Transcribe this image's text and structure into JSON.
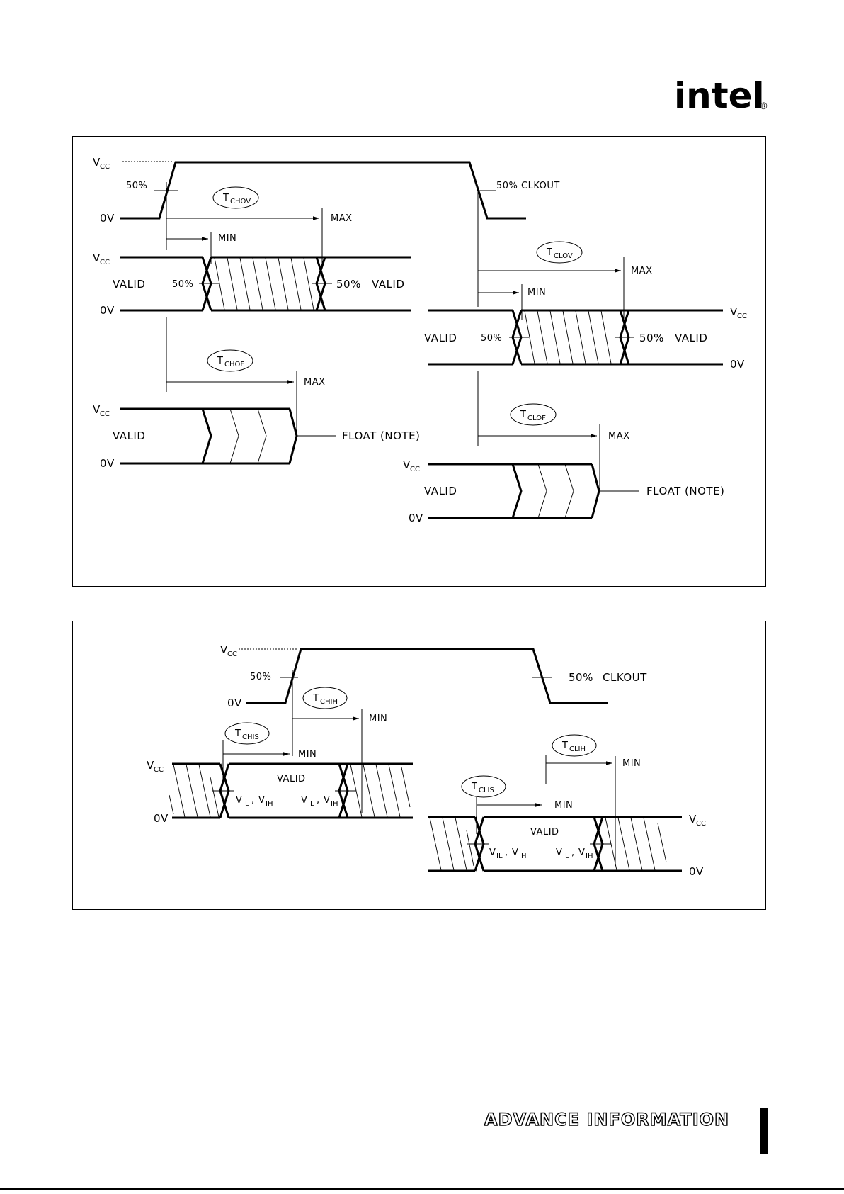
{
  "logo": {
    "text": "intel",
    "registered": "®"
  },
  "labels": {
    "vcc_v": "V",
    "vcc_sub": "CC",
    "zero_v": "0V",
    "valid": "VALID",
    "pct50": "50%",
    "clkout": "CLKOUT",
    "pct50_clkout": "50% CLKOUT",
    "max": "MAX",
    "min": "MIN",
    "float_note": "FLOAT (NOTE)",
    "t": "T",
    "v": "V",
    "il": "IL",
    "ih": "IH",
    "comma": ","
  },
  "timing": {
    "chov": "CHOV",
    "clov": "CLOV",
    "chof": "CHOF",
    "clof": "CLOF",
    "chih": "CHIH",
    "chis": "CHIS",
    "clih": "CLIH",
    "clis": "CLIS"
  },
  "footer": {
    "advance": "ADVANCE INFORMATION"
  }
}
